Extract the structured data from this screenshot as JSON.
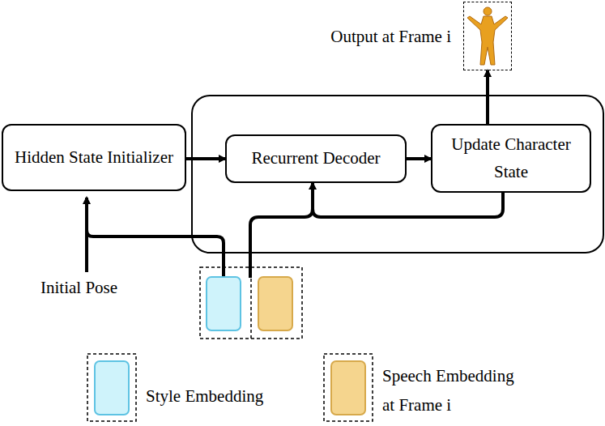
{
  "diagram": {
    "nodes": [
      {
        "text": [
          "Output at Frame i"
        ]
      },
      {
        "text": [
          "Hidden State Initializer"
        ]
      },
      {
        "text": [
          "Recurrent Decoder"
        ]
      },
      {
        "text": [
          "Update Character State"
        ]
      }
    ],
    "edges": [
      {
        "from": 1,
        "to": 2,
        "arrow": "to"
      },
      {
        "from": 2,
        "to": 3,
        "arrow": "to"
      },
      {
        "from": 3,
        "to": 0,
        "arrow": "to"
      },
      {
        "from": 3,
        "to": 2,
        "arrow": "to"
      }
    ],
    "labels": [
      "Initial Pose"
    ],
    "legend": [
      {
        "text": "Style Embedding",
        "color": "#cff3fb"
      },
      {
        "text": "Speech Embedding at Frame i",
        "color": "#f5d58e"
      }
    ]
  }
}
